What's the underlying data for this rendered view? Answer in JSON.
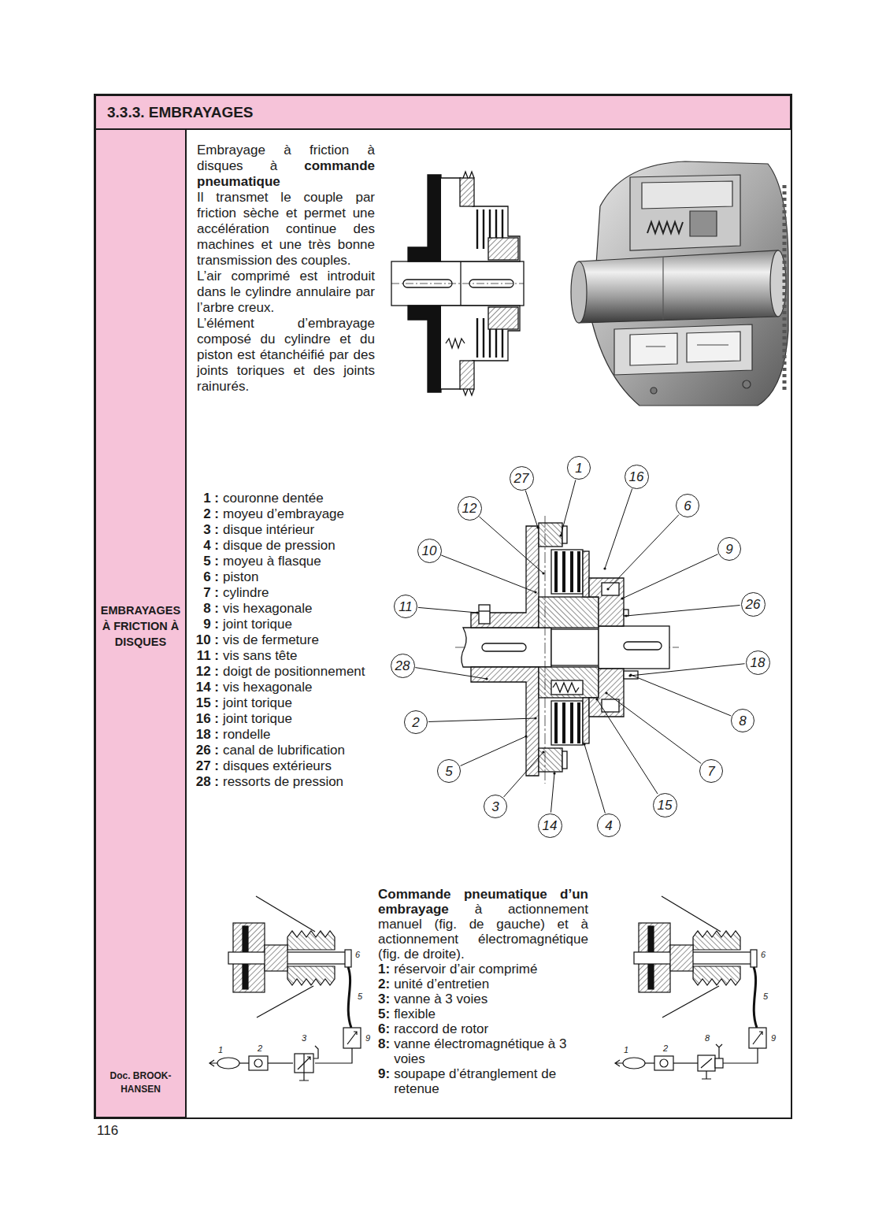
{
  "diagram": {
    "nodes": [
      {
        "text": [
          "3.3.3. EMBRAYAGES"
        ]
      },
      {
        "text": [
          "EMBRAYAGES À FRICTION À DISQUES",
          "Doc. BROOK-HANSEN"
        ]
      },
      {
        "text": [
          "27"
        ]
      },
      {
        "text": [
          "1"
        ]
      },
      {
        "text": [
          "16"
        ]
      },
      {
        "text": [
          "12"
        ]
      },
      {
        "text": [
          "6"
        ]
      },
      {
        "text": [
          "10"
        ]
      },
      {
        "text": [
          "9"
        ]
      },
      {
        "text": [
          "11"
        ]
      },
      {
        "text": [
          "26"
        ]
      },
      {
        "text": [
          "28"
        ]
      },
      {
        "text": [
          "18"
        ]
      },
      {
        "text": [
          "2"
        ]
      },
      {
        "text": [
          "8"
        ]
      },
      {
        "text": [
          "5"
        ]
      },
      {
        "text": [
          "7"
        ]
      },
      {
        "text": [
          "3"
        ]
      },
      {
        "text": [
          "15"
        ]
      },
      {
        "text": [
          "14"
        ]
      },
      {
        "text": [
          "4"
        ]
      }
    ],
    "labels": [
      "Embrayage à friction à disques à",
      "commande pneumatique",
      "Il transmet le couple par friction sèche et permet une accélération continue des machines et une très bonne transmission des couples.",
      "L’air comprimé est introduit dans le cylindre annulaire par l’arbre creux.",
      "L’élément d’embrayage composé du cylindre et du piston est étanchéifié par des joints toriques et des joints rainurés.",
      "1 :",
      "couronne dentée",
      "2 :",
      "moyeu d’embrayage",
      "3 :",
      "disque intérieur",
      "4 :",
      "disque de pression",
      "5 :",
      "moyeu à flasque",
      "6 :",
      "piston",
      "7 :",
      "cylindre",
      "8 :",
      "vis hexagonale",
      "9 :",
      "joint torique",
      "10 :",
      "vis de fermeture",
      "11 :",
      "vis sans tête",
      "12 :",
      "doigt de positionnement",
      "14 :",
      "vis hexagonale",
      "15 :",
      "joint torique",
      "16 :",
      "joint torique",
      "18 :",
      "rondelle",
      "26 :",
      "canal de lubrification",
      "27 :",
      "disques extérieurs",
      "28 :",
      "ressorts de pression",
      "Commande pneumatique d’un embrayage",
      "à actionnement manuel (fig. de gauche) et à actionnement électromagnétique (fig. de droite).",
      "1:",
      "réservoir d’air comprimé",
      "2:",
      "unité d’entretien",
      "3:",
      "vanne à 3 voies",
      "5:",
      "flexible",
      "6:",
      "raccord de rotor",
      "8:",
      "vanne électromagnétique à 3 voies",
      "9:",
      "soupape d’étranglement de retenue",
      "6",
      "5",
      "9",
      "1",
      "2",
      "3",
      "6",
      "5",
      "9",
      "1",
      "2",
      "8",
      "116"
    ]
  }
}
